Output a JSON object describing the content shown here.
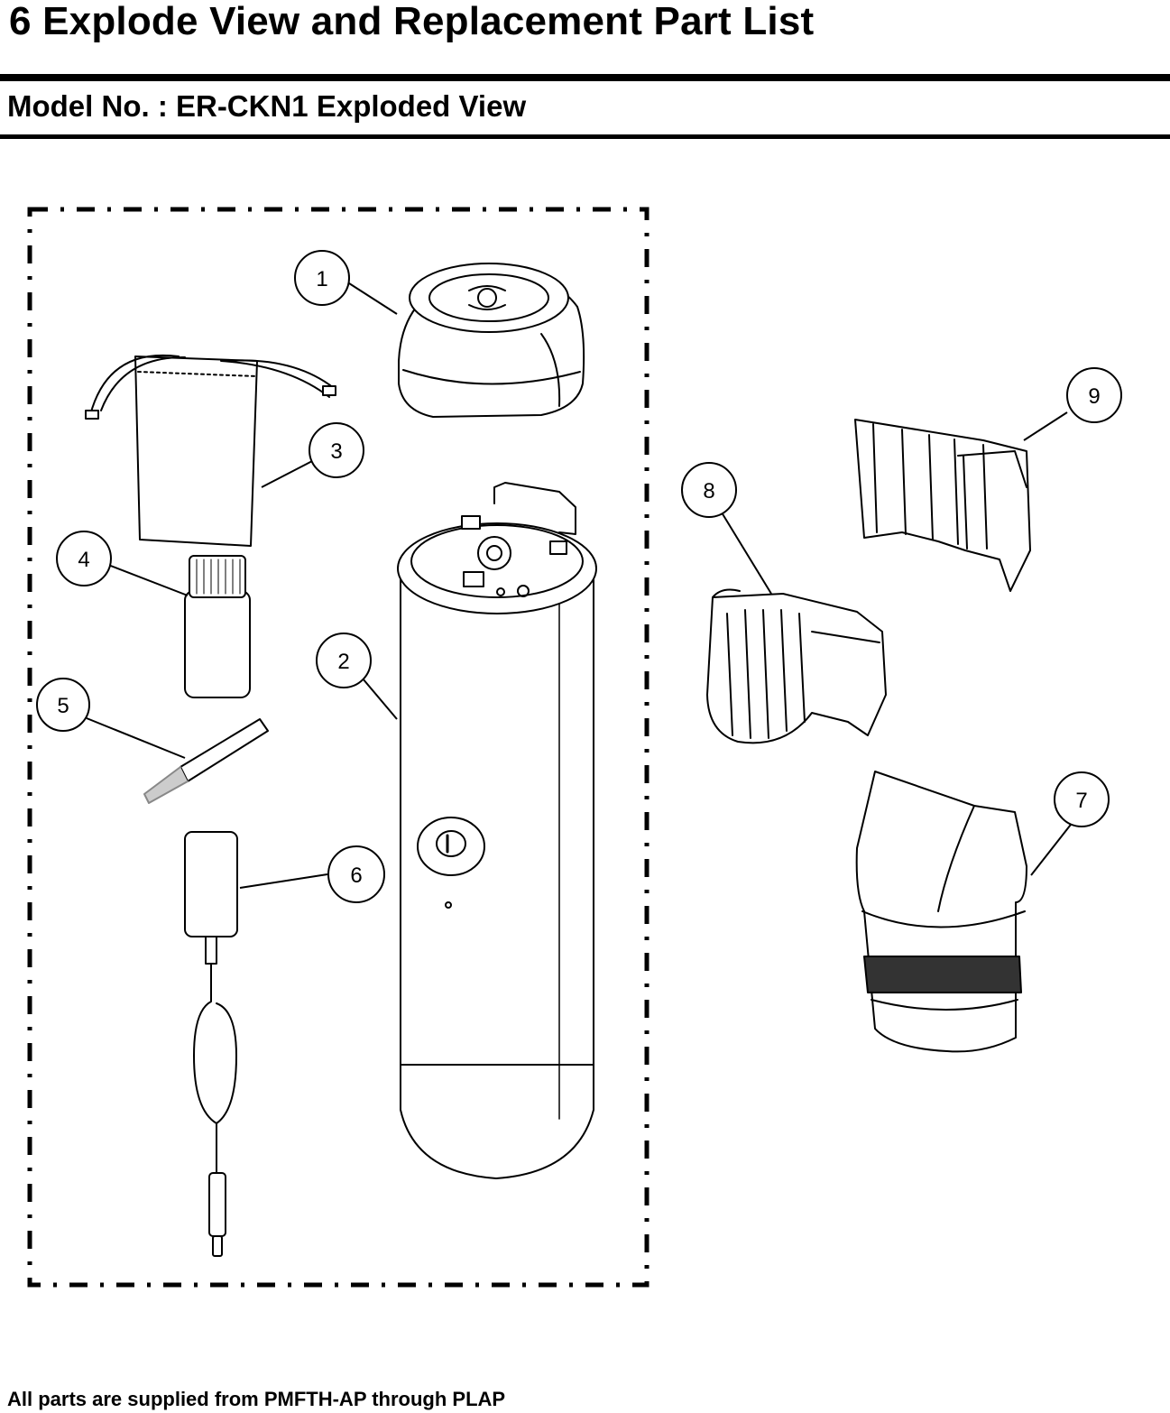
{
  "header": {
    "title": "6 Explode View and Replacement Part List",
    "subtitle": "Model No. : ER-CKN1 Exploded View"
  },
  "callouts": [
    "1",
    "2",
    "3",
    "4",
    "5",
    "6",
    "7",
    "8",
    "9"
  ],
  "footer": {
    "note": "All parts are supplied from PMFTH-AP through PLAP"
  }
}
